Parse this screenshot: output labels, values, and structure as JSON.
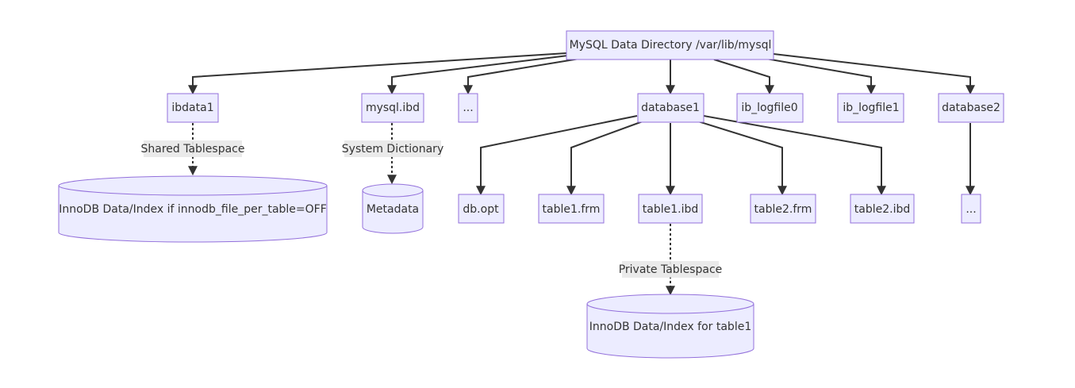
{
  "diagram": {
    "nodes": {
      "root": "MySQL Data Directory /var/lib/mysql",
      "ibdata1": "ibdata1",
      "mysql_ibd": "mysql.ibd",
      "ellipsis_top": "...",
      "database1": "database1",
      "ib_logfile0": "ib_logfile0",
      "ib_logfile1": "ib_logfile1",
      "database2": "database2",
      "db_opt": "db.opt",
      "table1_frm": "table1.frm",
      "table1_ibd": "table1.ibd",
      "table2_frm": "table2.frm",
      "table2_ibd": "table2.ibd",
      "ellipsis_db2": "...",
      "innodb_shared": "InnoDB Data/Index if innodb_file_per_table=OFF",
      "metadata": "Metadata",
      "innodb_table1": "InnoDB Data/Index for table1"
    },
    "edge_labels": {
      "shared": "Shared Tablespace",
      "dictionary": "System Dictionary",
      "private": "Private Tablespace"
    },
    "colors": {
      "node_fill": "#ECECFF",
      "node_stroke": "#9370DB",
      "edge": "#333333",
      "label_bg": "#e8e8e8"
    }
  }
}
